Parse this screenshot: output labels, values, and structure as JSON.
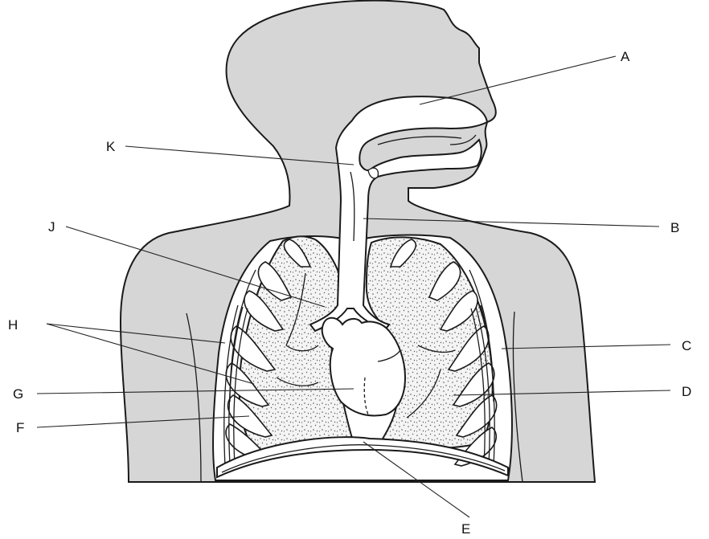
{
  "labels": {
    "A": "A",
    "B": "B",
    "C": "C",
    "D": "D",
    "E": "E",
    "F": "F",
    "G": "G",
    "H": "H",
    "J": "J",
    "K": "K"
  },
  "colors": {
    "body_fill": "#d6d6d6",
    "lung_fill": "#f4f4f4",
    "airway_fill": "#ffffff",
    "outline": "#1a1a1a"
  }
}
